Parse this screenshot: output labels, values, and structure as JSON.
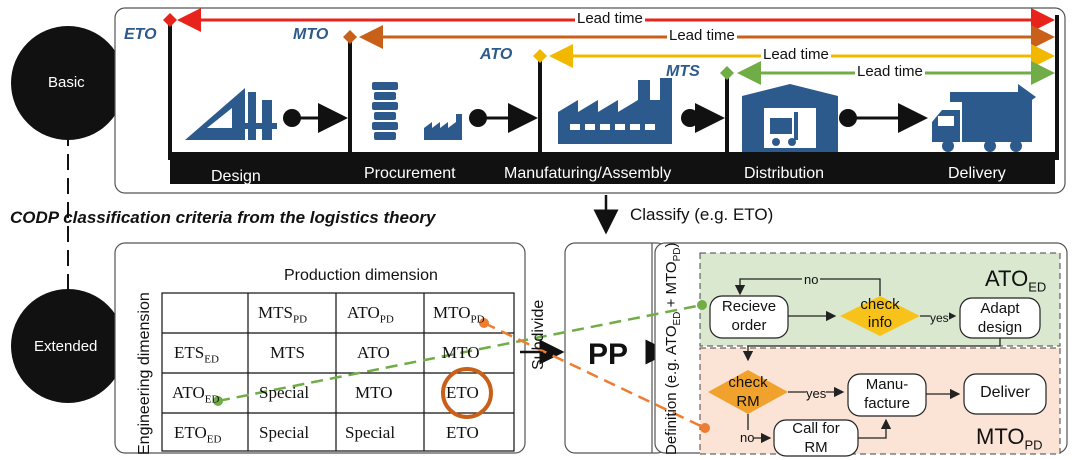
{
  "circles": {
    "basic": "Basic",
    "extended": "Extended"
  },
  "top": {
    "types": [
      "ETO",
      "MTO",
      "ATO",
      "MTS"
    ],
    "lead_time": "Lead time",
    "stages": [
      "Design",
      "Procurement",
      "Manufaturing/Assembly",
      "Distribution",
      "Delivery"
    ]
  },
  "criteria_title": "CODP classification criteria from the logistics theory",
  "classify": "Classify (e.g. ETO)",
  "subdivide": "Subdivide",
  "pp": "PP",
  "definition": {
    "main": "Definition (e.g. ATO",
    "sub1": "ED",
    "plus": " + MTO",
    "sub2": "PD",
    "end": ")"
  },
  "matrix": {
    "production_dimension": "Production dimension",
    "engineering_dimension": "Engineering dimension",
    "columns": [
      {
        "main": "MTS",
        "sub": "PD"
      },
      {
        "main": "ATO",
        "sub": "PD"
      },
      {
        "main": "MTO",
        "sub": "PD"
      }
    ],
    "rows": [
      {
        "main": "ETS",
        "sub": "ED",
        "cells": [
          "MTS",
          "ATO",
          "MTO"
        ]
      },
      {
        "main": "ATO",
        "sub": "ED",
        "cells": [
          "Special",
          "MTO",
          "ETO"
        ]
      },
      {
        "main": "ETO",
        "sub": "ED",
        "cells": [
          "Special",
          "Special",
          "ETO"
        ]
      }
    ]
  },
  "flow": {
    "ato_label": {
      "main": "ATO",
      "sub": "ED"
    },
    "mto_label": {
      "main": "MTO",
      "sub": "PD"
    },
    "no": "no",
    "yes": "yes",
    "recieve_order": [
      "Recieve",
      "order"
    ],
    "check_info": [
      "check",
      "info"
    ],
    "adapt_design": [
      "Adapt",
      "design"
    ],
    "check_rm": [
      "check",
      "RM"
    ],
    "manufacture": [
      "Manu-",
      "facture"
    ],
    "deliver": "Deliver",
    "call_for_rm": [
      "Call for",
      "RM"
    ]
  },
  "colors": {
    "eto_red": "#e8231b",
    "mto_orange": "#c8601a",
    "ato_yellow": "#f2b800",
    "mts_green": "#70ad47",
    "icon_blue": "#2d5a8c",
    "green_bg": "#d9e8cf",
    "peach_bg": "#fbe3d6",
    "diamond_yellow": "#f7c31a",
    "diamond_orange": "#f0a22d",
    "dash_green": "#70ad47",
    "dash_orange": "#ed7d31"
  }
}
